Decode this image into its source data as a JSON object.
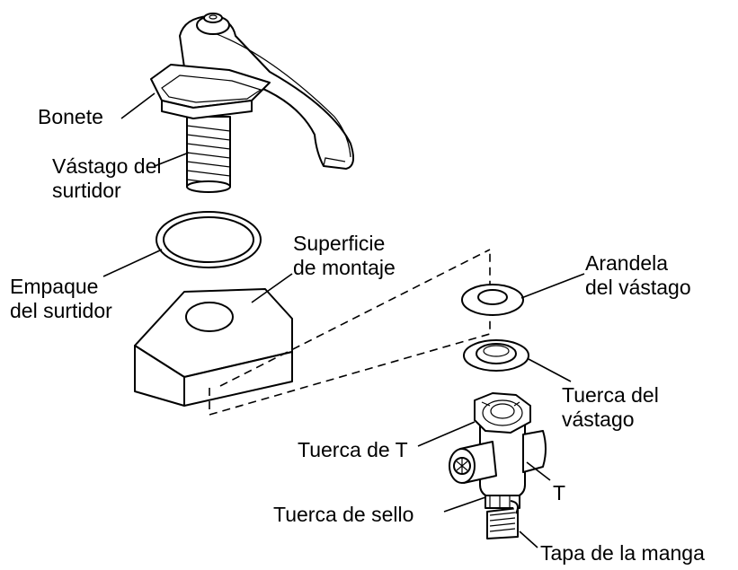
{
  "labels": {
    "bonete": "Bonete",
    "vastago_surtidor_1": "Vástago del",
    "vastago_surtidor_2": "surtidor",
    "empaque_1": "Empaque",
    "empaque_2": "del surtidor",
    "superficie_1": "Superficie",
    "superficie_2": "de montaje",
    "arandela_1": "Arandela",
    "arandela_2": "del vástago",
    "tuerca_vastago_1": "Tuerca del",
    "tuerca_vastago_2": "vástago",
    "tuerca_t": "Tuerca de T",
    "t": "T",
    "tuerca_sello": "Tuerca de sello",
    "tapa_manga": "Tapa de la manga"
  }
}
